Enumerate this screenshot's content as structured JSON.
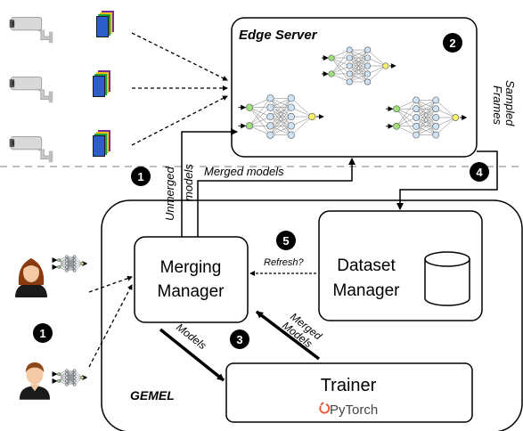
{
  "edge_server": {
    "title": "Edge Server"
  },
  "labels": {
    "sampled": "Sampled",
    "frames": "Frames",
    "unmerged": "Unmerged",
    "models_a": "models",
    "merged_models": "Merged models",
    "refresh": "Refresh?",
    "models_b": "Models",
    "merged": "Merged",
    "models_c": "Models",
    "gemel": "GEMEL"
  },
  "boxes": {
    "merging_manager_l1": "Merging",
    "merging_manager_l2": "Manager",
    "dataset_manager_l1": "Dataset",
    "dataset_manager_l2": "Manager",
    "trainer": "Trainer",
    "pytorch": "PyTorch"
  },
  "badges": [
    "1",
    "1",
    "2",
    "3",
    "4",
    "5"
  ],
  "icons": {
    "camera": "security-camera-icon",
    "frames": "video-frames-icon",
    "network": "neural-network-icon",
    "user": "user-icon",
    "database": "database-icon",
    "pytorch_logo": "pytorch-logo-icon"
  },
  "colors": {
    "node_green": "#9fe07c",
    "node_blue": "#cfe3f7",
    "node_yellow": "#f5ef6b",
    "frame_blue": "#2b5fc7",
    "pytorch": "#ee4c2c"
  }
}
